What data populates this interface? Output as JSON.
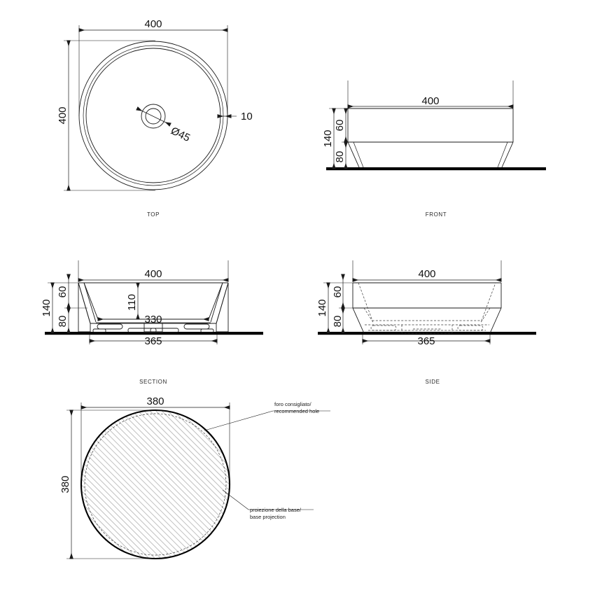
{
  "drawing": {
    "title": "Countertop washbasin technical drawing",
    "units": "mm",
    "views": [
      {
        "key": "top",
        "label": "TOP"
      },
      {
        "key": "front",
        "label": "FRONT"
      },
      {
        "key": "section",
        "label": "SECTION"
      },
      {
        "key": "side",
        "label": "SIDE"
      },
      {
        "key": "bottom",
        "label": ""
      }
    ],
    "top_view": {
      "label": "TOP",
      "dim_width": "400",
      "dim_height": "400",
      "dim_rim": "10",
      "dim_drain": "Ø45"
    },
    "front_view": {
      "label": "FRONT",
      "dim_width": "400",
      "dim_total_height": "140",
      "dim_upper": "60",
      "dim_lower": "80"
    },
    "section_view": {
      "label": "SECTION",
      "dim_width": "400",
      "dim_total_height": "140",
      "dim_upper": "60",
      "dim_lower": "80",
      "dim_depth": "110",
      "dim_inner_bottom": "330",
      "dim_base": "365"
    },
    "side_view": {
      "label": "SIDE",
      "dim_width": "400",
      "dim_total_height": "140",
      "dim_upper": "60",
      "dim_lower": "80",
      "dim_base": "365"
    },
    "bottom_view": {
      "dim_width": "380",
      "dim_height": "380",
      "note_hole_it": "foro consigliato/",
      "note_hole_en": "recommended hole",
      "note_base_it": "proiezione della base/",
      "note_base_en": "base projection"
    },
    "colors": {
      "line": "#1a1a1a",
      "heavy": "#000000",
      "hatch": "#b9b9b9",
      "background": "#ffffff"
    }
  }
}
